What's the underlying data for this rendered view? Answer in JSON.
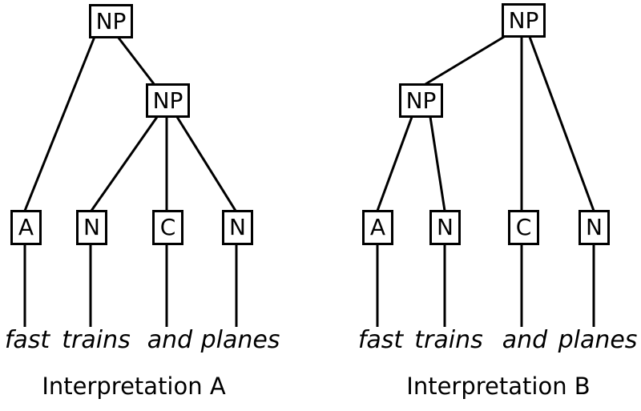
{
  "colors": {
    "line": "#000000",
    "text": "#000000",
    "background": "#ffffff",
    "node_fill": "#ffffff",
    "node_border": "#000000"
  },
  "trees": [
    {
      "caption": "Interpretation A",
      "nodes": [
        {
          "id": "np-root",
          "label": "NP"
        },
        {
          "id": "np-sub",
          "label": "NP"
        },
        {
          "id": "adj",
          "label": "A"
        },
        {
          "id": "noun1",
          "label": "N"
        },
        {
          "id": "conj",
          "label": "C"
        },
        {
          "id": "noun2",
          "label": "N"
        }
      ],
      "edges": [
        [
          "np-root",
          "adj"
        ],
        [
          "np-root",
          "np-sub"
        ],
        [
          "np-sub",
          "noun1"
        ],
        [
          "np-sub",
          "conj"
        ],
        [
          "np-sub",
          "noun2"
        ]
      ],
      "words": [
        {
          "text": "fast",
          "leaf": "adj"
        },
        {
          "text": "trains",
          "leaf": "noun1"
        },
        {
          "text": "and",
          "leaf": "conj"
        },
        {
          "text": "planes",
          "leaf": "noun2"
        }
      ]
    },
    {
      "caption": "Interpretation B",
      "nodes": [
        {
          "id": "np-root",
          "label": "NP"
        },
        {
          "id": "np-sub",
          "label": "NP"
        },
        {
          "id": "adj",
          "label": "A"
        },
        {
          "id": "noun1",
          "label": "N"
        },
        {
          "id": "conj",
          "label": "C"
        },
        {
          "id": "noun2",
          "label": "N"
        }
      ],
      "edges": [
        [
          "np-root",
          "np-sub"
        ],
        [
          "np-root",
          "conj"
        ],
        [
          "np-root",
          "noun2"
        ],
        [
          "np-sub",
          "adj"
        ],
        [
          "np-sub",
          "noun1"
        ]
      ],
      "words": [
        {
          "text": "fast",
          "leaf": "adj"
        },
        {
          "text": "trains",
          "leaf": "noun1"
        },
        {
          "text": "and",
          "leaf": "conj"
        },
        {
          "text": "planes",
          "leaf": "noun2"
        }
      ]
    }
  ]
}
